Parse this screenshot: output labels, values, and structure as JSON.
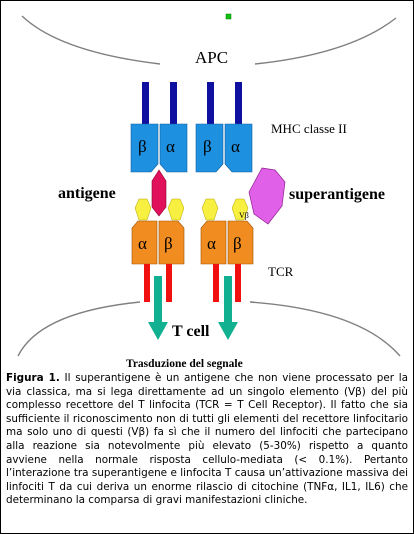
{
  "diagram": {
    "apc_label": "APC",
    "mhc_label": "MHC classe II",
    "antigen_label": "antigene",
    "superantigen_label": "superantigene",
    "tcr_label": "TCR",
    "tcell_label": "T cell",
    "signal_label": "Trasduzione del segnale",
    "beta": "β",
    "alpha": "α",
    "vbeta_small": "Vβ",
    "colors": {
      "mhc_blue": "#1E90E0",
      "mhc_stem": "#1010A0",
      "tcr_orange": "#F08C20",
      "tcr_stem": "#F01010",
      "antigen": "#E0105A",
      "superantigen": "#E060E8",
      "hinge_yellow": "#F8F040",
      "arrow": "#10B090",
      "membrane": "#808080"
    }
  },
  "caption": {
    "figure_label": "Figura 1.",
    "text": "Il superantigene è un antigene che non viene processato per la via classica, ma si lega direttamente ad un singolo elemento (Vβ) del più complesso recettore del T linfocita (TCR = T Cell Receptor). Il fatto che sia sufficiente il riconoscimento non di tutti gli elementi del recettore linfocitario ma solo uno di questi (Vβ) fa sì che il numero del linfociti che partecipano alla reazione sia notevolmente più elevato (5-30%) rispetto a quanto avviene nella normale risposta cellulo-mediata (< 0.1%). Pertanto l’interazione tra superantigene e linfocita T causa un’attivazione massiva dei linfociti T da cui deriva un enorme rilascio di citochine (TNFα, IL1, IL6) che determinano la comparsa di gravi manifestazioni cliniche."
  }
}
